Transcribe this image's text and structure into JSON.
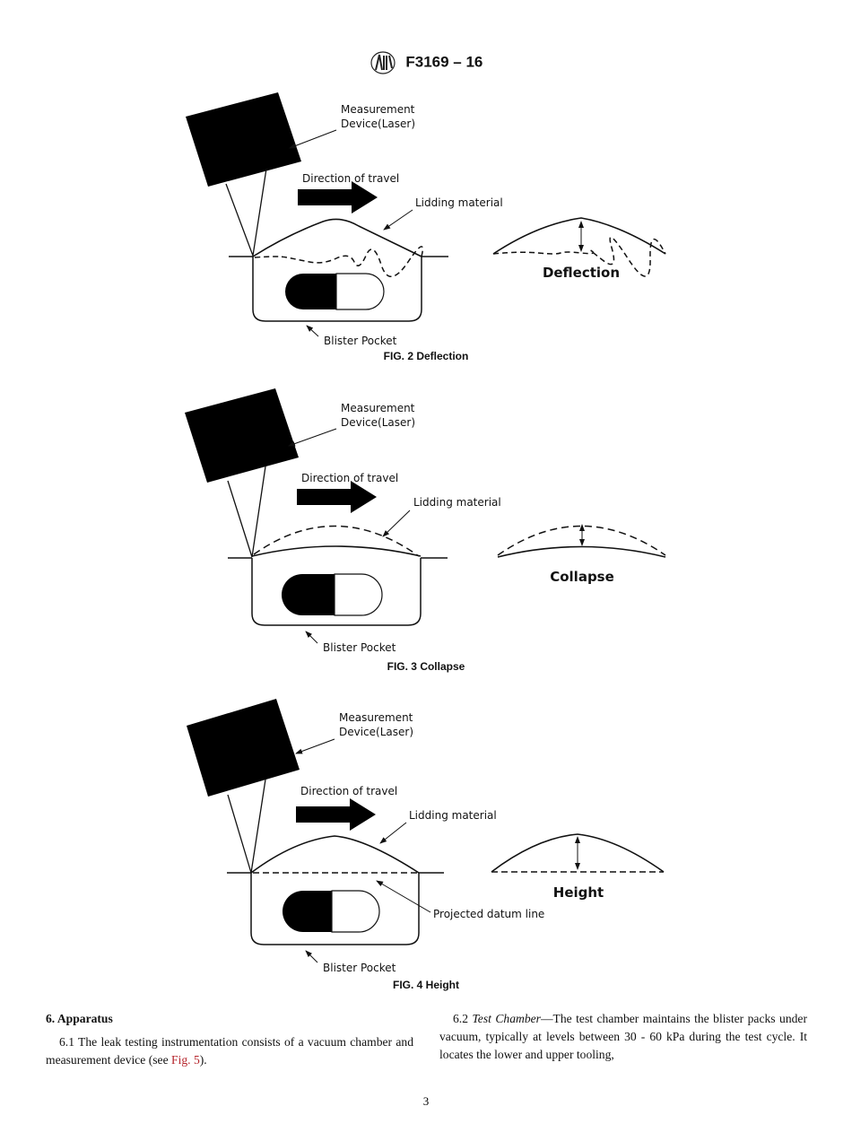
{
  "header": {
    "logo_text": "ASTM",
    "designation": "F3169 – 16"
  },
  "figures": [
    {
      "device_label_1": "Measurement",
      "device_label_2": "Device(Laser)",
      "direction": "Direction of travel",
      "lidding": "Lidding material",
      "pocket": "Blister Pocket",
      "side_label": "Deflection",
      "caption": "FIG. 2 Deflection"
    },
    {
      "device_label_1": "Measurement",
      "device_label_2": "Device(Laser)",
      "direction": "Direction of travel",
      "lidding": "Lidding material",
      "pocket": "Blister Pocket",
      "side_label": "Collapse",
      "caption": "FIG. 3 Collapse"
    },
    {
      "device_label_1": "Measurement",
      "device_label_2": "Device(Laser)",
      "direction": "Direction of travel",
      "lidding": "Lidding material",
      "pocket": "Blister Pocket",
      "datum": "Projected datum line",
      "side_label": "Height",
      "caption": "FIG. 4 Height"
    }
  ],
  "section": {
    "heading": "6. Apparatus",
    "p61_text": "6.1 The leak testing instrumentation consists of a vacuum chamber and measurement device (see ",
    "p61_link": "Fig. 5",
    "p61_end": ").",
    "p62_num": "6.2 ",
    "p62_term": "Test Chamber",
    "p62_text": "—The test chamber maintains the blister packs under vacuum, typically at levels between 30 - 60 kPa during the test cycle. It locates the lower and upper tooling,"
  },
  "page_number": "3",
  "colors": {
    "link": "#b5252c",
    "ink": "#111111"
  }
}
